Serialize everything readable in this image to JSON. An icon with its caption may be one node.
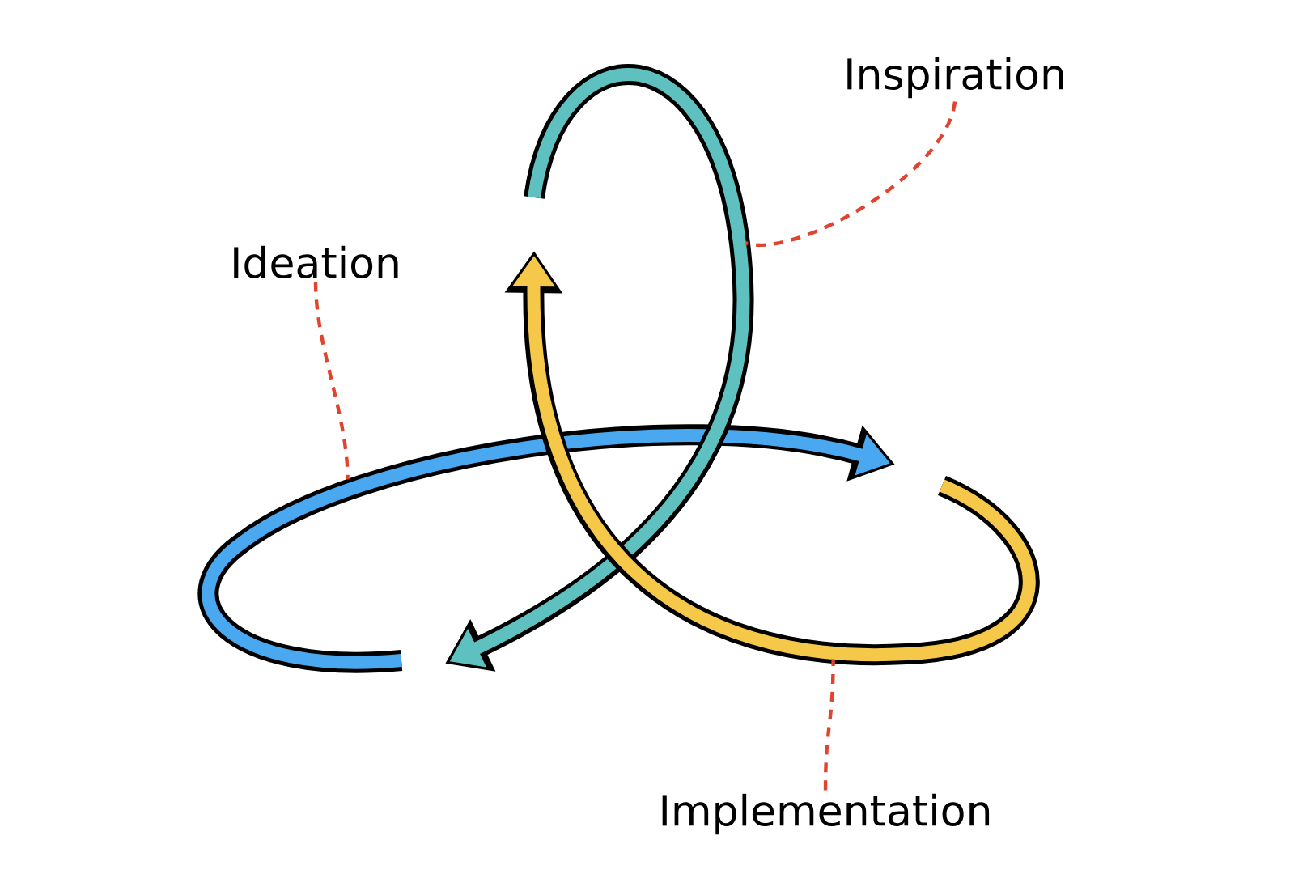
{
  "diagram": {
    "nodes": [
      {
        "text": [
          "Inspiration"
        ]
      },
      {
        "text": [
          "Ideation"
        ]
      },
      {
        "text": [
          "Implementation"
        ]
      },
      {
        "text": [],
        "shape": "arrow"
      },
      {
        "text": [],
        "shape": "arrow"
      },
      {
        "text": [],
        "shape": "arrow"
      }
    ],
    "edges": [
      {
        "from": 1,
        "to": 3,
        "arrow": "none",
        "style": "dashed"
      },
      {
        "from": 0,
        "to": 4,
        "arrow": "none",
        "style": "dashed"
      },
      {
        "from": 2,
        "to": 5,
        "arrow": "none",
        "style": "dashed"
      }
    ]
  }
}
